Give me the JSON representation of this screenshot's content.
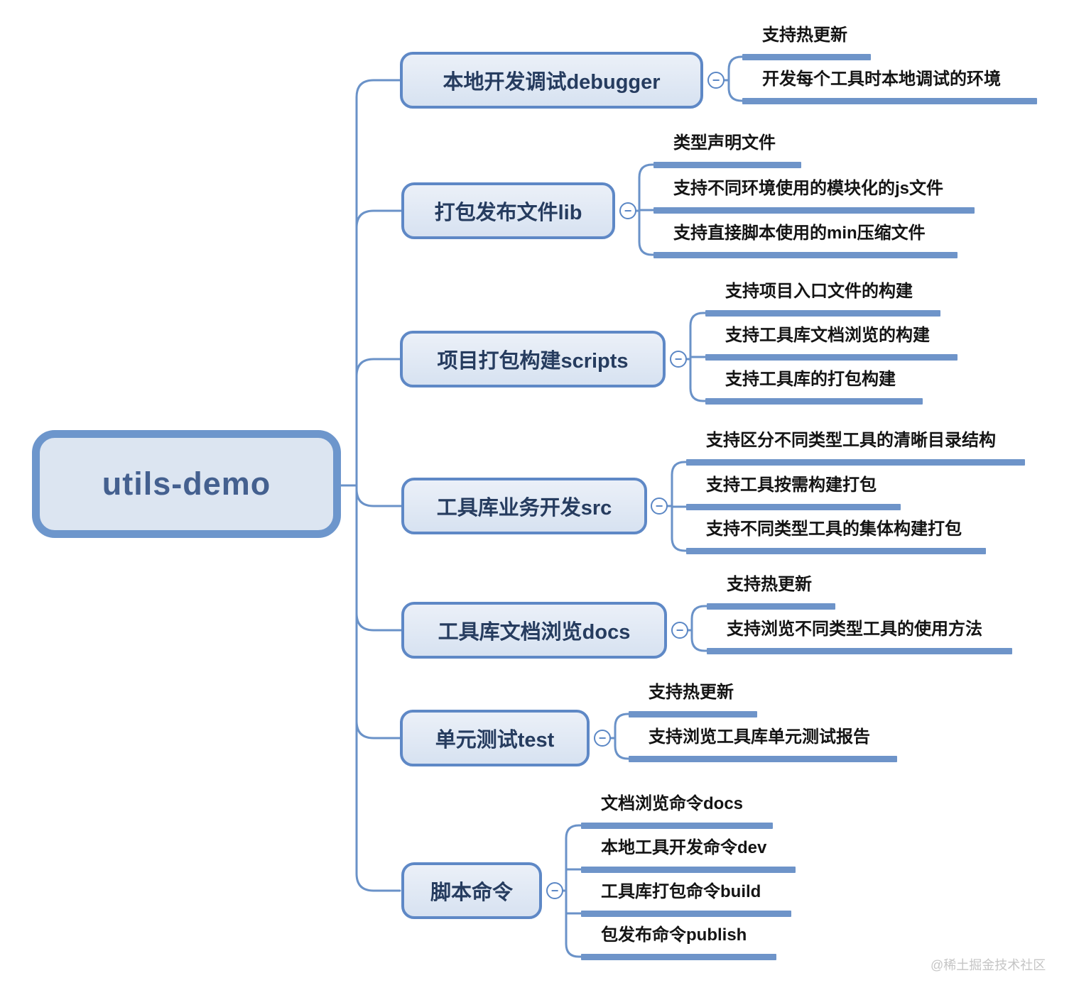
{
  "root": {
    "label": "utils-demo"
  },
  "branches": [
    {
      "label": "本地开发调试debugger",
      "children": [
        "支持热更新",
        "开发每个工具时本地调试的环境"
      ]
    },
    {
      "label": "打包发布文件lib",
      "children": [
        "类型声明文件",
        "支持不同环境使用的模块化的js文件",
        "支持直接脚本使用的min压缩文件"
      ]
    },
    {
      "label": "项目打包构建scripts",
      "children": [
        "支持项目入口文件的构建",
        "支持工具库文档浏览的构建",
        "支持工具库的打包构建"
      ]
    },
    {
      "label": "工具库业务开发src",
      "children": [
        "支持区分不同类型工具的清晰目录结构",
        "支持工具按需构建打包",
        "支持不同类型工具的集体构建打包"
      ]
    },
    {
      "label": "工具库文档浏览docs",
      "children": [
        "支持热更新",
        "支持浏览不同类型工具的使用方法"
      ]
    },
    {
      "label": "单元测试test",
      "children": [
        "支持热更新",
        "支持浏览工具库单元测试报告"
      ]
    },
    {
      "label": "脚本命令",
      "children": [
        "文档浏览命令docs",
        "本地工具开发命令dev",
        "工具库打包命令build",
        "包发布命令publish"
      ]
    }
  ],
  "ui": {
    "collapse_glyph": "−"
  },
  "watermark": {
    "text": "@稀土掘金技术社区"
  },
  "colors": {
    "line": "#6a92c8",
    "node_border": "#5e88c6",
    "node_fill_top": "#ebf0f8",
    "node_fill_bottom": "#d7e2f1",
    "root_border": "#6d96cc",
    "root_fill": "#dce5f1",
    "root_text": "#44608f",
    "branch_text": "#263c5f",
    "leaf_text": "#141414",
    "underline_bar": "#6e94c9",
    "watermark_text": "#c5c5c5"
  }
}
